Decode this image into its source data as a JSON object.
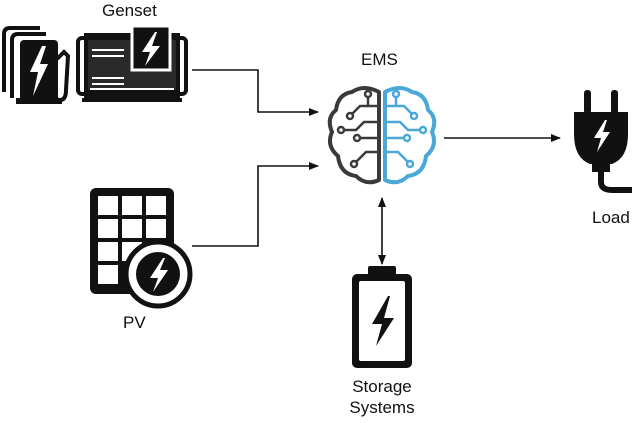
{
  "nodes": {
    "genset": {
      "label": "Genset",
      "icon": "generator-with-fuel-pumps-icon"
    },
    "pv": {
      "label": "PV",
      "icon": "solar-panel-with-bolt-icon"
    },
    "ems": {
      "label": "EMS",
      "icon": "brain-circuit-icon"
    },
    "load": {
      "label": "Load",
      "icon": "electric-plug-icon"
    },
    "storage": {
      "label_line1": "Storage",
      "label_line2": "Systems",
      "icon": "battery-with-bolt-icon"
    }
  },
  "edges": [
    {
      "from": "genset",
      "to": "ems",
      "direction": "one-way"
    },
    {
      "from": "pv",
      "to": "ems",
      "direction": "one-way"
    },
    {
      "from": "ems",
      "to": "load",
      "direction": "one-way"
    },
    {
      "from": "ems",
      "to": "storage",
      "direction": "two-way"
    }
  ],
  "colors": {
    "ink": "#111111",
    "brain_left": "#3a3a3a",
    "brain_right": "#4aa8d8",
    "background": "#ffffff"
  }
}
